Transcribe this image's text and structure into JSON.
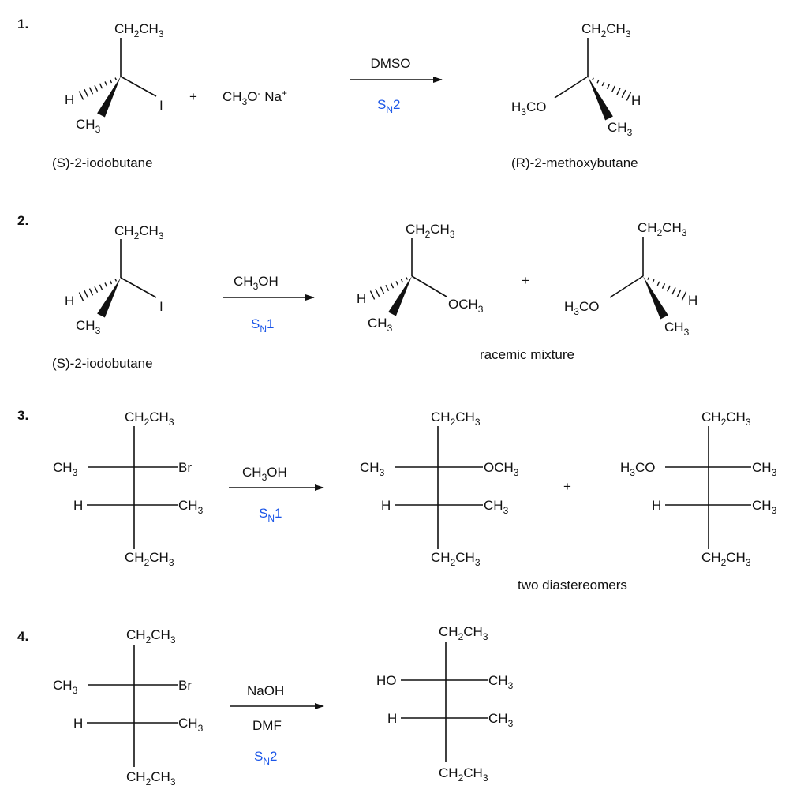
{
  "reactions": [
    {
      "number": "1.",
      "reactant": {
        "top": "CH2CH3",
        "hash": "H",
        "wedge": "CH3",
        "right": "I",
        "name": "(S)-2-iodobutane"
      },
      "plus": "+",
      "reagent2": "CH3O- Na+",
      "conditions": {
        "above": "DMSO",
        "below": "SN2"
      },
      "product": {
        "top": "CH2CH3",
        "left": "H3CO",
        "hash": "H",
        "wedge": "CH3",
        "name": "(R)-2-methoxybutane"
      }
    },
    {
      "number": "2.",
      "reactant": {
        "top": "CH2CH3",
        "hash": "H",
        "wedge": "CH3",
        "right": "I",
        "name": "(S)-2-iodobutane"
      },
      "conditions": {
        "above": "CH3OH",
        "below": "SN1"
      },
      "product_a": {
        "top": "CH2CH3",
        "hash": "H",
        "wedge": "CH3",
        "right": "OCH3"
      },
      "plus": "+",
      "product_b": {
        "top": "CH2CH3",
        "left": "H3CO",
        "hash": "H",
        "wedge": "CH3"
      },
      "note": "racemic mixture"
    },
    {
      "number": "3.",
      "reactant": {
        "top": "CH2CH3",
        "r1_left": "CH3",
        "r1_right": "Br",
        "r2_left": "H",
        "r2_right": "CH3",
        "bottom": "CH2CH3"
      },
      "conditions": {
        "above": "CH3OH",
        "below": "SN1"
      },
      "product_a": {
        "top": "CH2CH3",
        "r1_left": "CH3",
        "r1_right": "OCH3",
        "r2_left": "H",
        "r2_right": "CH3",
        "bottom": "CH2CH3"
      },
      "plus": "+",
      "product_b": {
        "top": "CH2CH3",
        "r1_left": "H3CO",
        "r1_right": "CH3",
        "r2_left": "H",
        "r2_right": "CH3",
        "bottom": "CH2CH3"
      },
      "note": "two diastereomers"
    },
    {
      "number": "4.",
      "reactant": {
        "top": "CH2CH3",
        "r1_left": "CH3",
        "r1_right": "Br",
        "r2_left": "H",
        "r2_right": "CH3",
        "bottom": "CH2CH3"
      },
      "conditions": {
        "above": "NaOH",
        "middle": "DMF",
        "below": "SN2"
      },
      "product": {
        "top": "CH2CH3",
        "r1_left": "HO",
        "r1_right": "CH3",
        "r2_left": "H",
        "r2_right": "CH3",
        "bottom": "CH2CH3"
      }
    }
  ],
  "colors": {
    "mechanism": "#1a55e8",
    "ink": "#111111"
  }
}
